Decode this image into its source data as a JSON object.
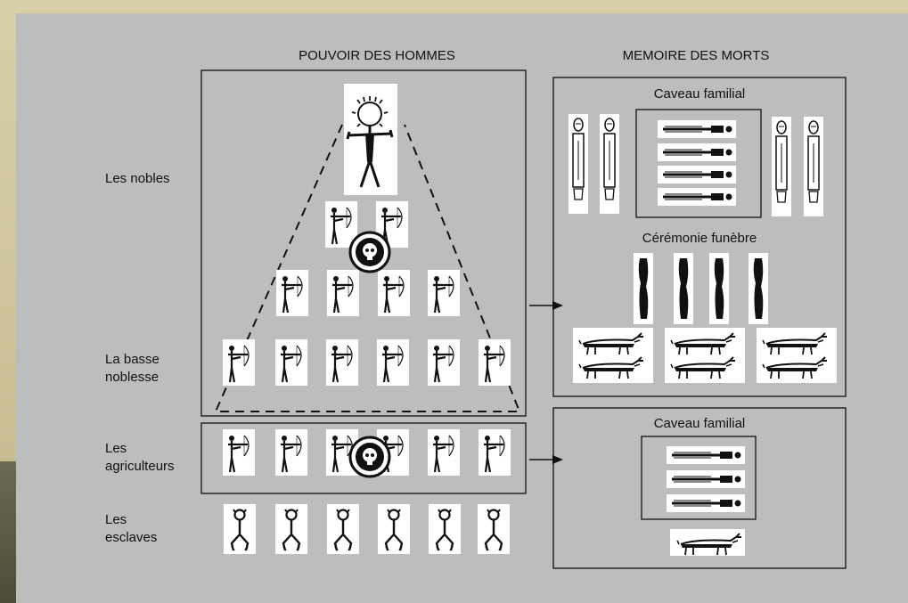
{
  "headers": {
    "left": "POUVOIR DES HOMMES",
    "right": "MEMOIRE DES MORTS"
  },
  "rows": {
    "nobles": "Les nobles",
    "basse_l1": "La basse",
    "basse_l2": "noblesse",
    "agri_l1": "Les",
    "agri_l2": "agriculteurs",
    "escl_l1": "Les",
    "escl_l2": "esclaves"
  },
  "right_panel": {
    "caveau_top": "Caveau familial",
    "ceremonie": "Cérémonie funèbre",
    "caveau_bottom": "Caveau familial"
  },
  "icons": {
    "chief": "sun-headed-figure-icon",
    "archer": "archer-icon",
    "skull": "skull-icon",
    "slave": "slave-figure-icon",
    "stele": "stele-statue-icon",
    "corpse": "lying-body-icon",
    "standing_stone": "standing-stone-icon",
    "animal": "sacrificed-animal-icon"
  },
  "colors": {
    "panel": "#bdbdbd",
    "ink": "#111111",
    "card": "#ffffff"
  }
}
